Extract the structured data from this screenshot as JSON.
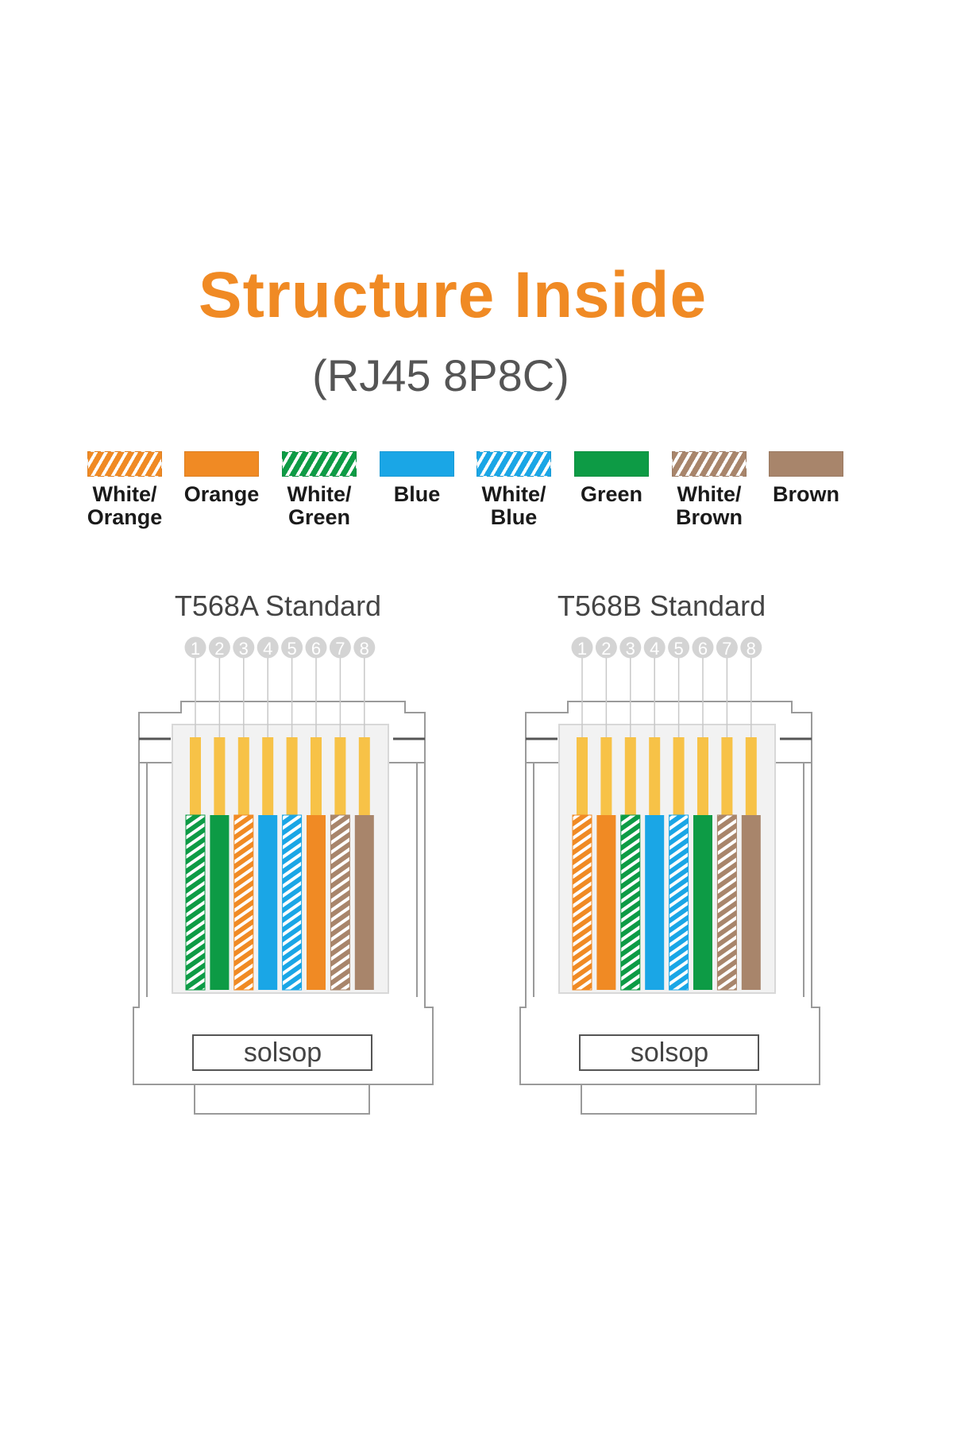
{
  "title": "Structure Inside",
  "subtitle": "(RJ45 8P8C)",
  "colors": {
    "title": "#f08a24",
    "orange": "#f08a24",
    "green": "#0d9b45",
    "blue": "#1aa6e6",
    "brown": "#a8856b",
    "gold": "#f7c247",
    "outline": "#9a9a9a"
  },
  "legend": [
    {
      "label": "White/\nOrange",
      "color": "#f08a24",
      "striped": true
    },
    {
      "label": "Orange",
      "color": "#f08a24",
      "striped": false
    },
    {
      "label": "White/\nGreen",
      "color": "#0d9b45",
      "striped": true
    },
    {
      "label": "Blue",
      "color": "#1aa6e6",
      "striped": false
    },
    {
      "label": "White/\nBlue",
      "color": "#1aa6e6",
      "striped": true
    },
    {
      "label": "Green",
      "color": "#0d9b45",
      "striped": false
    },
    {
      "label": "White/\nBrown",
      "color": "#a8856b",
      "striped": true
    },
    {
      "label": "Brown",
      "color": "#a8856b",
      "striped": false
    }
  ],
  "standards": [
    {
      "name": "T568A Standard",
      "brand": "solsop",
      "pins": [
        "1",
        "2",
        "3",
        "4",
        "5",
        "6",
        "7",
        "8"
      ],
      "wires": [
        {
          "color": "#0d9b45",
          "striped": true
        },
        {
          "color": "#0d9b45",
          "striped": false
        },
        {
          "color": "#f08a24",
          "striped": true
        },
        {
          "color": "#1aa6e6",
          "striped": false
        },
        {
          "color": "#1aa6e6",
          "striped": true
        },
        {
          "color": "#f08a24",
          "striped": false
        },
        {
          "color": "#a8856b",
          "striped": true
        },
        {
          "color": "#a8856b",
          "striped": false
        }
      ]
    },
    {
      "name": "T568B Standard",
      "brand": "solsop",
      "pins": [
        "1",
        "2",
        "3",
        "4",
        "5",
        "6",
        "7",
        "8"
      ],
      "wires": [
        {
          "color": "#f08a24",
          "striped": true
        },
        {
          "color": "#f08a24",
          "striped": false
        },
        {
          "color": "#0d9b45",
          "striped": true
        },
        {
          "color": "#1aa6e6",
          "striped": false
        },
        {
          "color": "#1aa6e6",
          "striped": true
        },
        {
          "color": "#0d9b45",
          "striped": false
        },
        {
          "color": "#a8856b",
          "striped": true
        },
        {
          "color": "#a8856b",
          "striped": false
        }
      ]
    }
  ]
}
